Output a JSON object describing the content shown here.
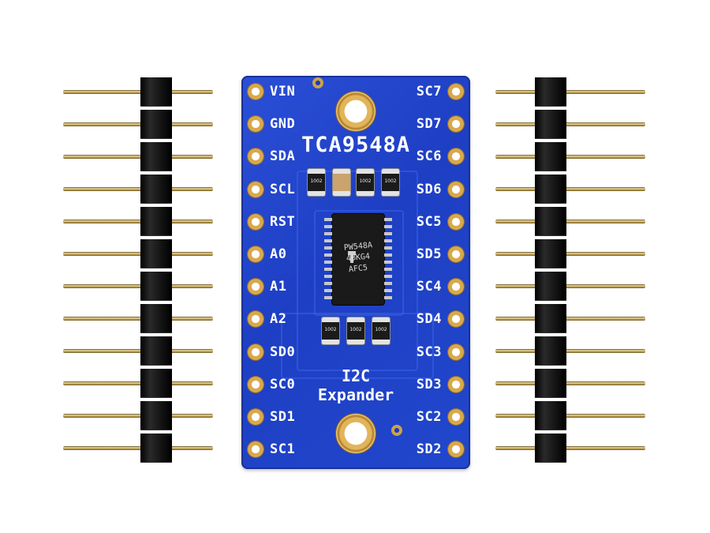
{
  "board": {
    "chip_name": "TCA9548A",
    "desc_line1": "I2C",
    "desc_line2": "Expander",
    "left_pins": [
      "VIN",
      "GND",
      "SDA",
      "SCL",
      "RST",
      "A0",
      "A1",
      "A2",
      "SD0",
      "SC0",
      "SD1",
      "SC1"
    ],
    "right_pins": [
      "SC7",
      "SD7",
      "SC6",
      "SD6",
      "SC5",
      "SD5",
      "SC4",
      "SD4",
      "SC3",
      "SD3",
      "SC2",
      "SD2"
    ],
    "ic_marking": [
      "PW548A",
      "4BKG4",
      "AFC5"
    ],
    "resistor_marking": "1002",
    "colors": {
      "pcb": "#2147cc",
      "gold": "#d9a94c",
      "silkscreen": "#ffffff",
      "header_plastic": "#111111"
    }
  },
  "headers": {
    "pin_count": 12
  }
}
